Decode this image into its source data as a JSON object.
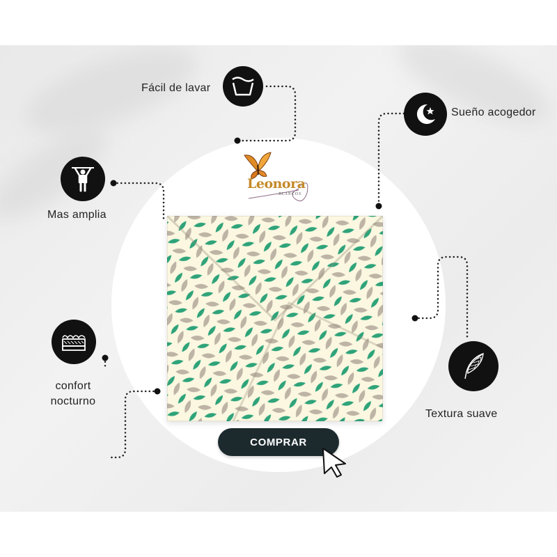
{
  "features": {
    "easy_wash": {
      "label": "Fácil de lavar",
      "icon": "wash-basin-icon"
    },
    "cozy_sleep": {
      "label": "Sueño acogedor",
      "icon": "moon-star-icon"
    },
    "wider": {
      "label": "Mas amplia",
      "icon": "person-stretch-icon"
    },
    "night_comfort": {
      "label": "confort nocturno",
      "icon": "mattress-icon"
    },
    "soft_texture": {
      "label": "Textura suave",
      "icon": "feather-icon"
    }
  },
  "brand": {
    "name": "Leonora",
    "tagline": "BLANCOS",
    "logo_icon": "butterfly-logo-icon"
  },
  "cta": {
    "label": "COMPRAR"
  },
  "colors": {
    "icon_bg": "#111111",
    "button_bg": "#1c2a2e",
    "pattern_green": "#2fa37a",
    "pattern_gray": "#bdb4a5",
    "fabric": "#fbf7e0"
  }
}
